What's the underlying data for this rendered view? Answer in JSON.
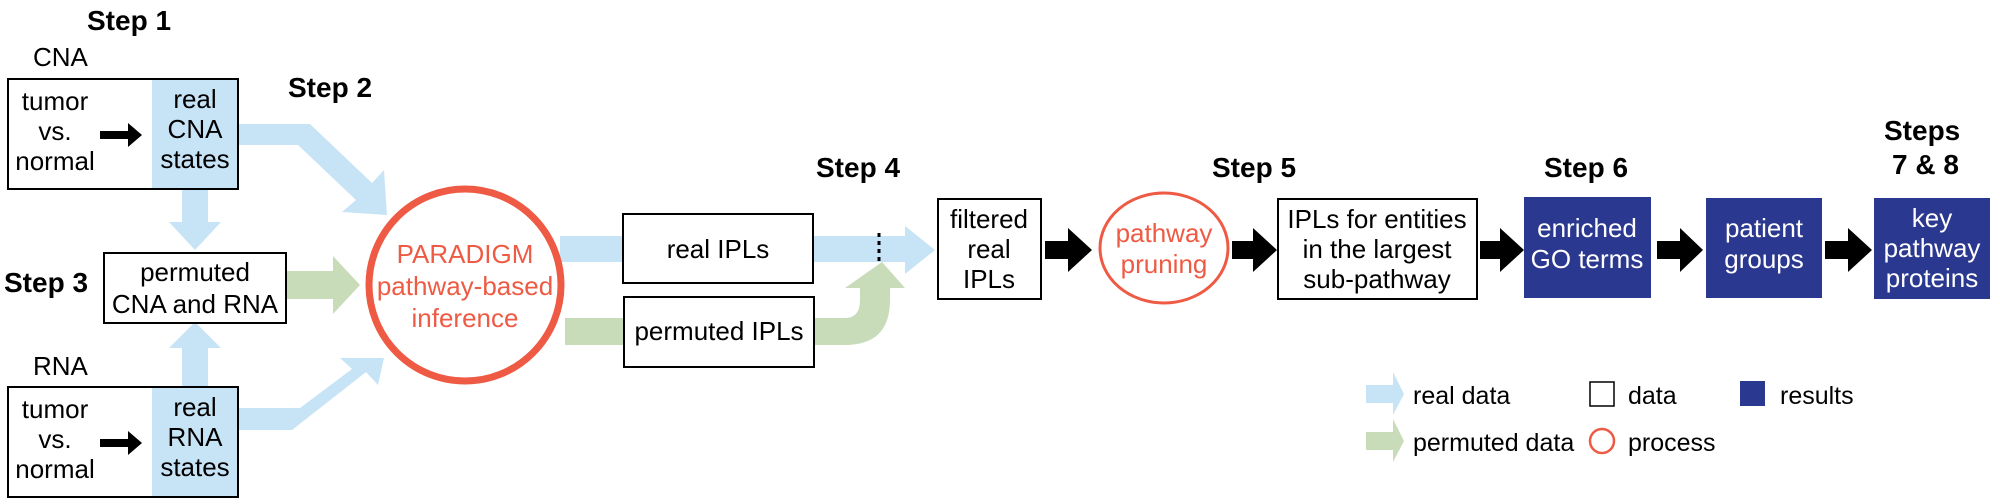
{
  "colors": {
    "real_arrow": "#c7e3f6",
    "permuted_arrow": "#c9dcb9",
    "process": "#ee5a43",
    "result": "#2b388f",
    "data_border": "#000000"
  },
  "steps": {
    "step1": "Step 1",
    "step2": "Step 2",
    "step3": "Step 3",
    "step4": "Step 4",
    "step5": "Step 5",
    "step6": "Step 6",
    "step78_line1": "Steps",
    "step78_line2": "7 & 8"
  },
  "inputs": {
    "cna": {
      "label": "CNA",
      "left_lines": [
        "tumor",
        "vs.",
        "normal"
      ],
      "right_lines": [
        "real",
        "CNA",
        "states"
      ]
    },
    "rna": {
      "label": "RNA",
      "left_lines": [
        "tumor",
        "vs.",
        "normal"
      ],
      "right_lines": [
        "real",
        "RNA",
        "states"
      ]
    }
  },
  "permuted_box": {
    "lines": [
      "permuted",
      "CNA and RNA"
    ]
  },
  "paradigm": {
    "lines": [
      "PARADIGM",
      "pathway-based",
      "inference"
    ]
  },
  "real_ipls": {
    "label": "real IPLs"
  },
  "permuted_ipls": {
    "label": "permuted IPLs"
  },
  "filtered_box": {
    "lines": [
      "filtered",
      "real",
      "IPLs"
    ]
  },
  "pruning": {
    "lines": [
      "pathway",
      "pruning"
    ]
  },
  "largest_box": {
    "lines": [
      "IPLs for entities",
      "in the largest",
      "sub-pathway"
    ]
  },
  "results": [
    {
      "lines": [
        "enriched",
        "GO terms"
      ]
    },
    {
      "lines": [
        "patient",
        "groups"
      ]
    },
    {
      "lines": [
        "key",
        "pathway",
        "proteins"
      ]
    }
  ],
  "legend": {
    "real_data": "real data",
    "permuted_data": "permuted data",
    "data": "data",
    "process": "process",
    "results": "results"
  }
}
